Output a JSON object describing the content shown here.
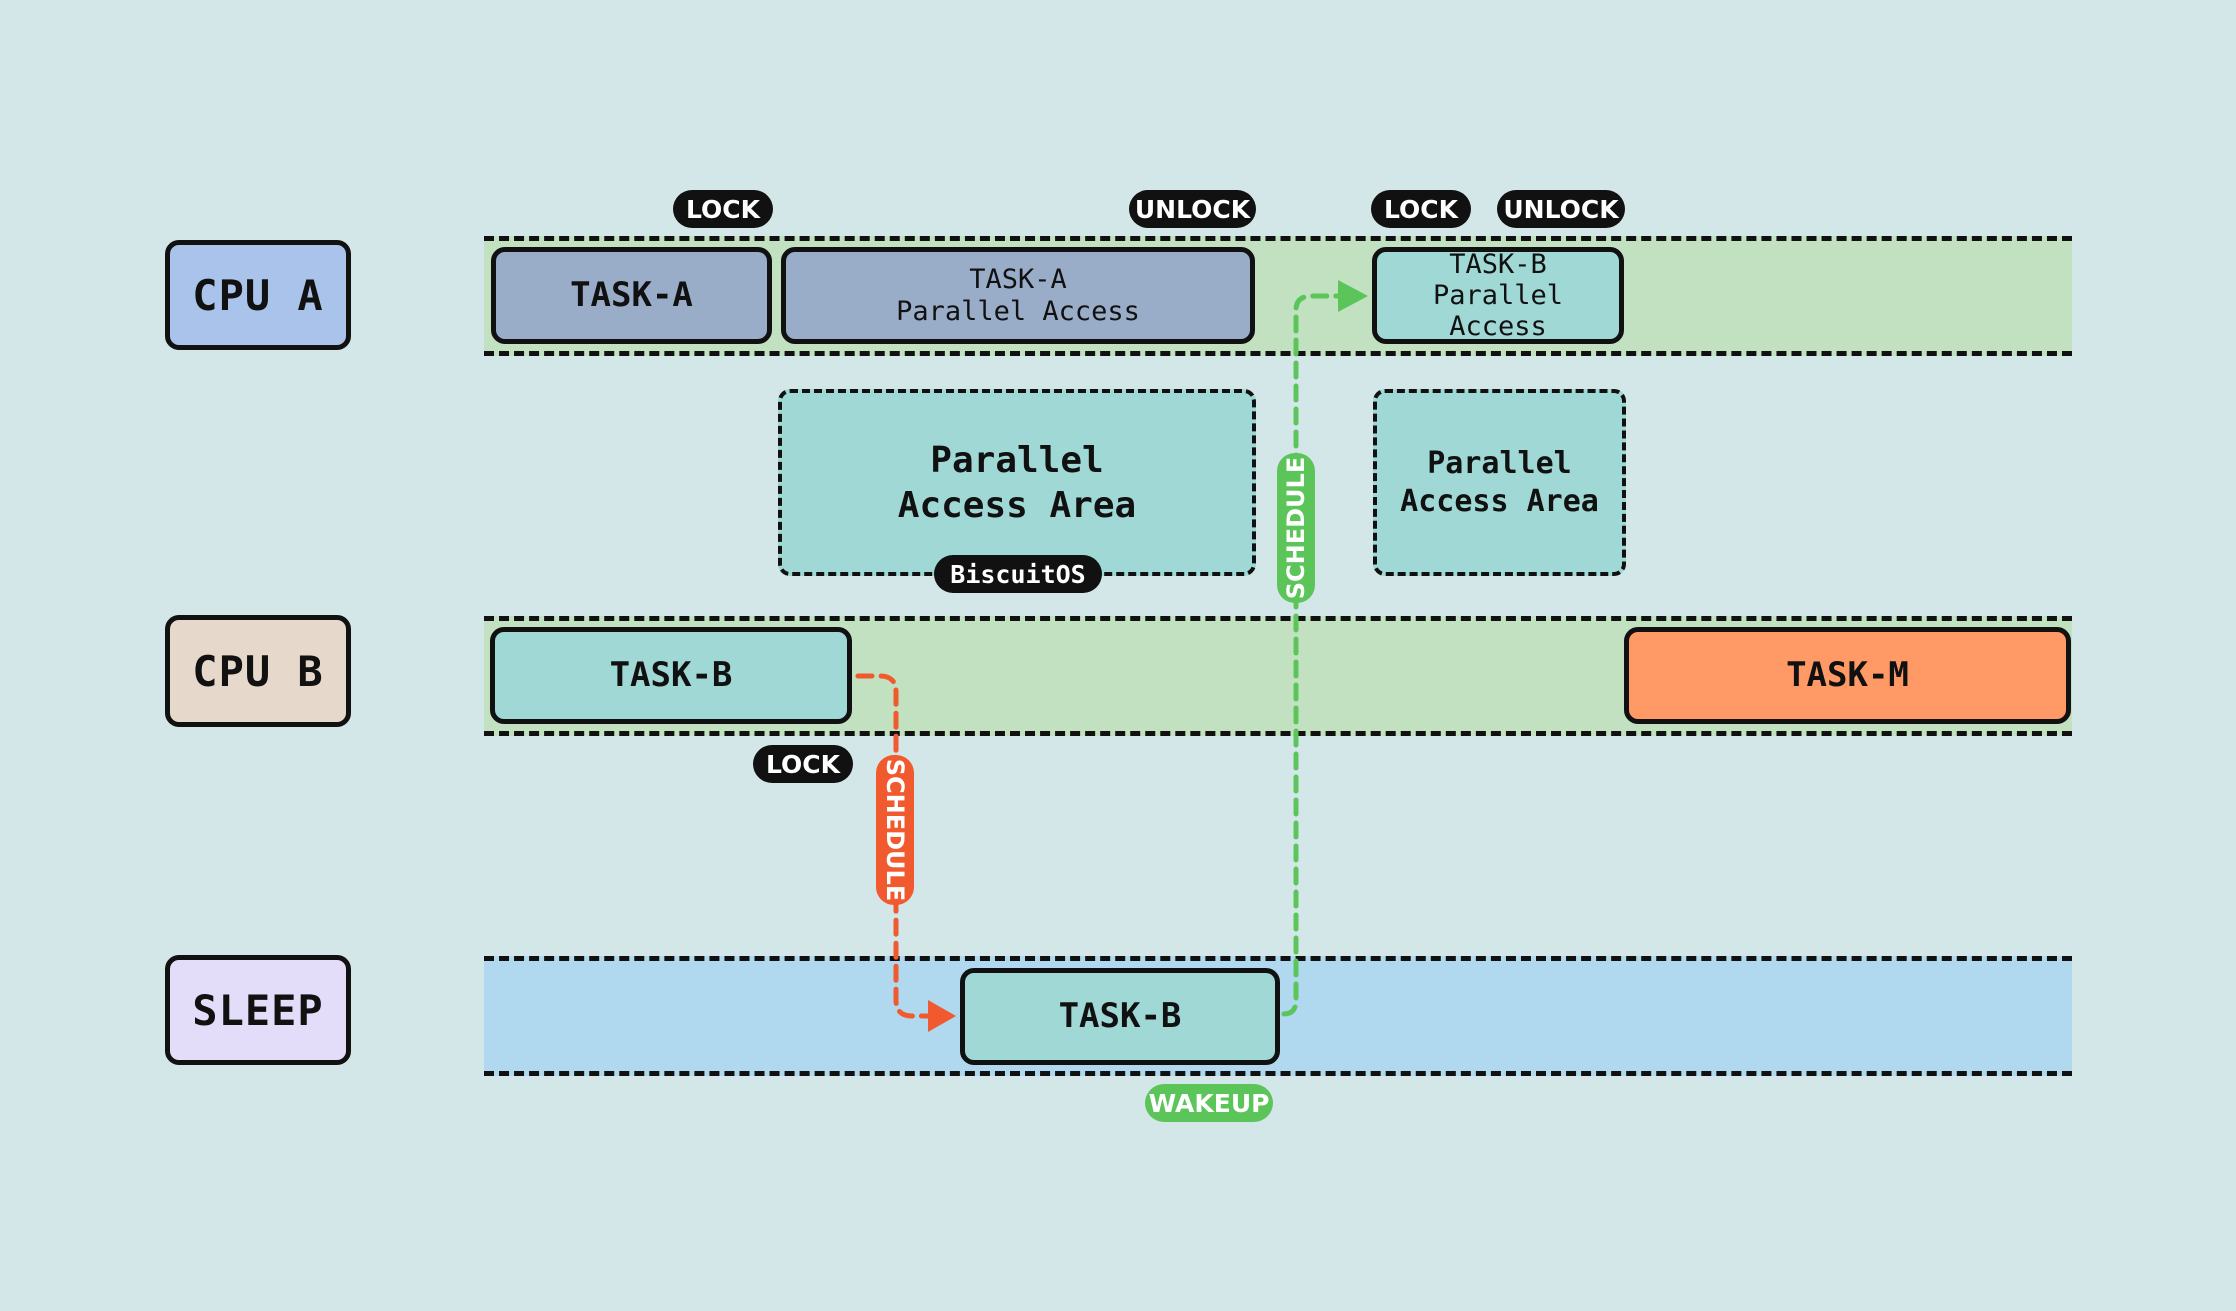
{
  "rows": {
    "cpu_a": "CPU A",
    "cpu_b": "CPU B",
    "sleep": "SLEEP"
  },
  "tasks": {
    "cpu_a_task_a": "TASK-A",
    "cpu_a_task_a_parallel_line1": "TASK-A",
    "cpu_a_task_a_parallel_line2": "Parallel Access",
    "cpu_a_task_b_parallel_line1": "TASK-B",
    "cpu_a_task_b_parallel_line2": "Parallel Access",
    "cpu_b_task_b": "TASK-B",
    "cpu_b_task_m": "TASK-M",
    "sleep_task_b": "TASK-B"
  },
  "areas": {
    "area1_line1": "Parallel",
    "area1_line2": "Access Area",
    "area2_line1": "Parallel",
    "area2_line2": "Access Area"
  },
  "labels": {
    "lock_a1": "LOCK",
    "unlock_a1": "UNLOCK",
    "lock_a2": "LOCK",
    "unlock_a2": "UNLOCK",
    "watermark": "BiscuitOS",
    "lock_b": "LOCK",
    "schedule_red": "SCHEDULE",
    "schedule_green": "SCHEDULE",
    "wakeup": "WAKEUP"
  },
  "colors": {
    "background": "#d3e7e9",
    "cpu_a_fill": "#a9c3ea",
    "cpu_b_fill": "#e6d9cc",
    "sleep_fill": "#e4ddf9",
    "task_a_fill": "#9aadc8",
    "task_b_fill": "#9fd8d5",
    "task_m_fill": "#ff9966",
    "band_green": "#c2e1c0",
    "band_blue": "#b0d8ef",
    "schedule_red": "#f05a2e",
    "schedule_green": "#5cc55a"
  }
}
